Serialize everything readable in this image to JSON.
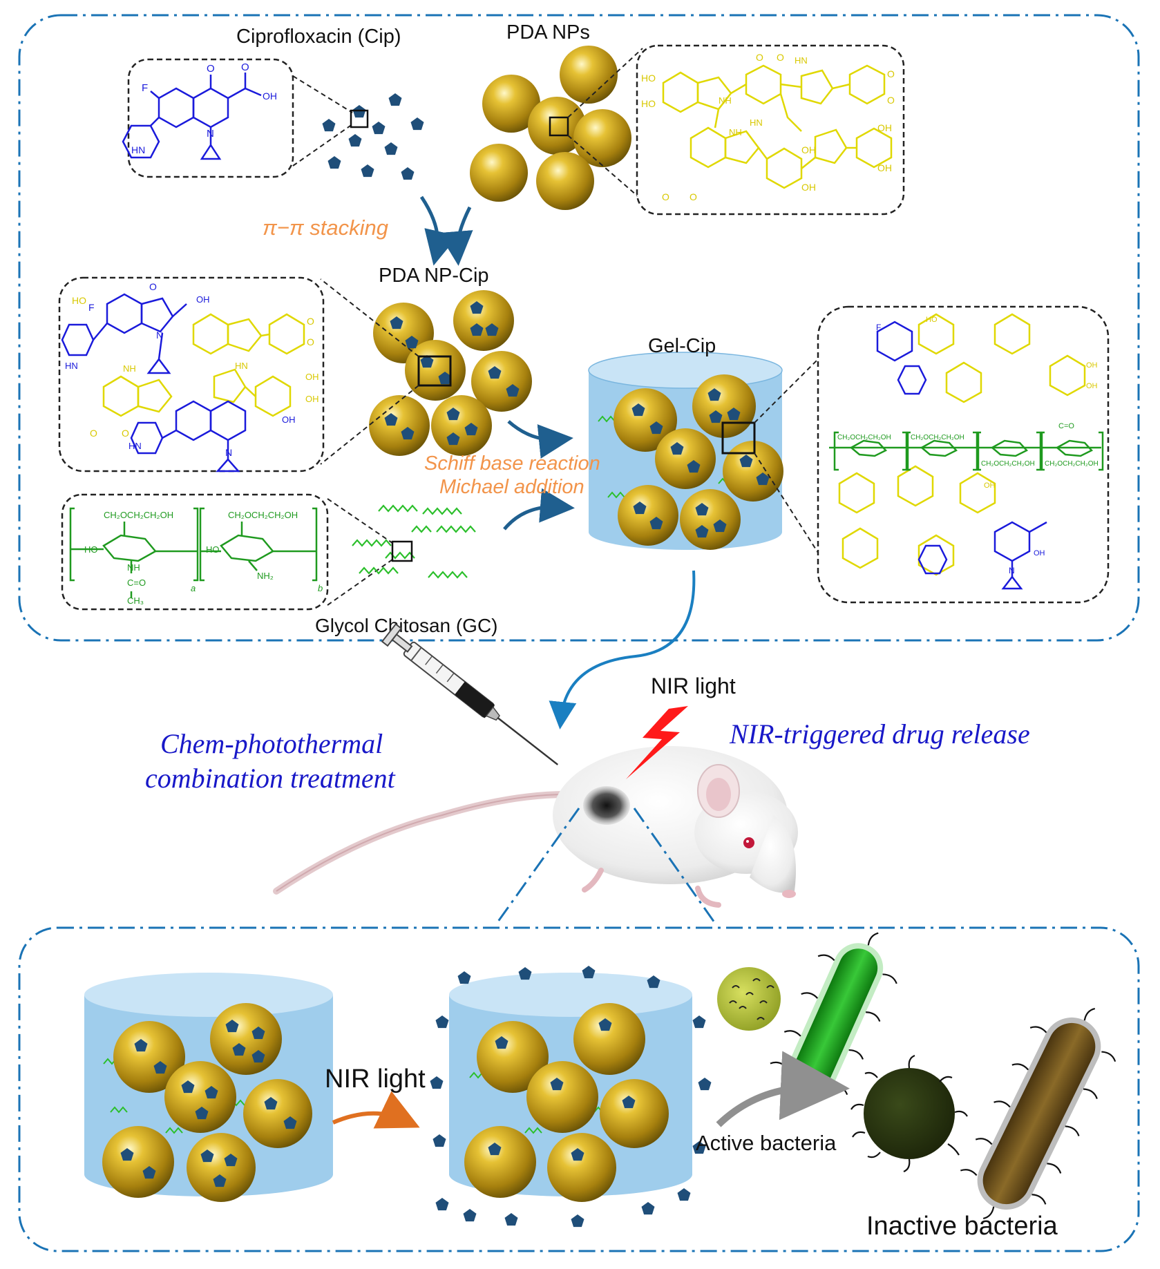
{
  "labels": {
    "ciprofloxacin": "Ciprofloxacin (Cip)",
    "pda_nps": "PDA NPs",
    "pi_stacking": "π−π stacking",
    "pda_np_cip": "PDA NP-Cip",
    "gel_cip": "Gel-Cip",
    "schiff_base": "Schiff base reaction",
    "michael_addition": "Michael addition",
    "glycol_chitosan": "Glycol Chitosan (GC)",
    "nir_light_top": "NIR light",
    "chem_photo_line1": "Chem-photothermal",
    "chem_photo_line2": "combination treatment",
    "nir_triggered": "NIR-triggered drug release",
    "nir_light_bottom": "NIR light",
    "active_bacteria": "Active bacteria",
    "inactive_bacteria": "Inactive bacteria"
  },
  "chem": {
    "cip_f": "F",
    "cip_o": "O",
    "cip_oh": "OH",
    "cip_n": "N",
    "cip_hn": "HN",
    "pda_ho": "HO",
    "pda_oh": "OH",
    "pda_o": "O",
    "pda_nh": "NH",
    "pda_hn": "HN",
    "gc_ch2": "CH₂OCH₂CH₂OH",
    "gc_ho": "HO",
    "gc_nh": "NH",
    "gc_c_o": "C=O",
    "gc_ch3": "CH₃",
    "gc_nh2": "NH₂",
    "gc_a": "a",
    "gc_b": "b"
  },
  "colors": {
    "frame": "#1a73b5",
    "gold": "#b58e14",
    "drug": "#1f4e79",
    "gel": "#9fcdec",
    "pda_chem": "#e0d800",
    "cip_chem": "#1a1adb",
    "gc_chem": "#1f9a1f",
    "orange_text": "#f2944a",
    "blue_text": "#1818c8",
    "red_bolt": "#ff1a1a"
  }
}
